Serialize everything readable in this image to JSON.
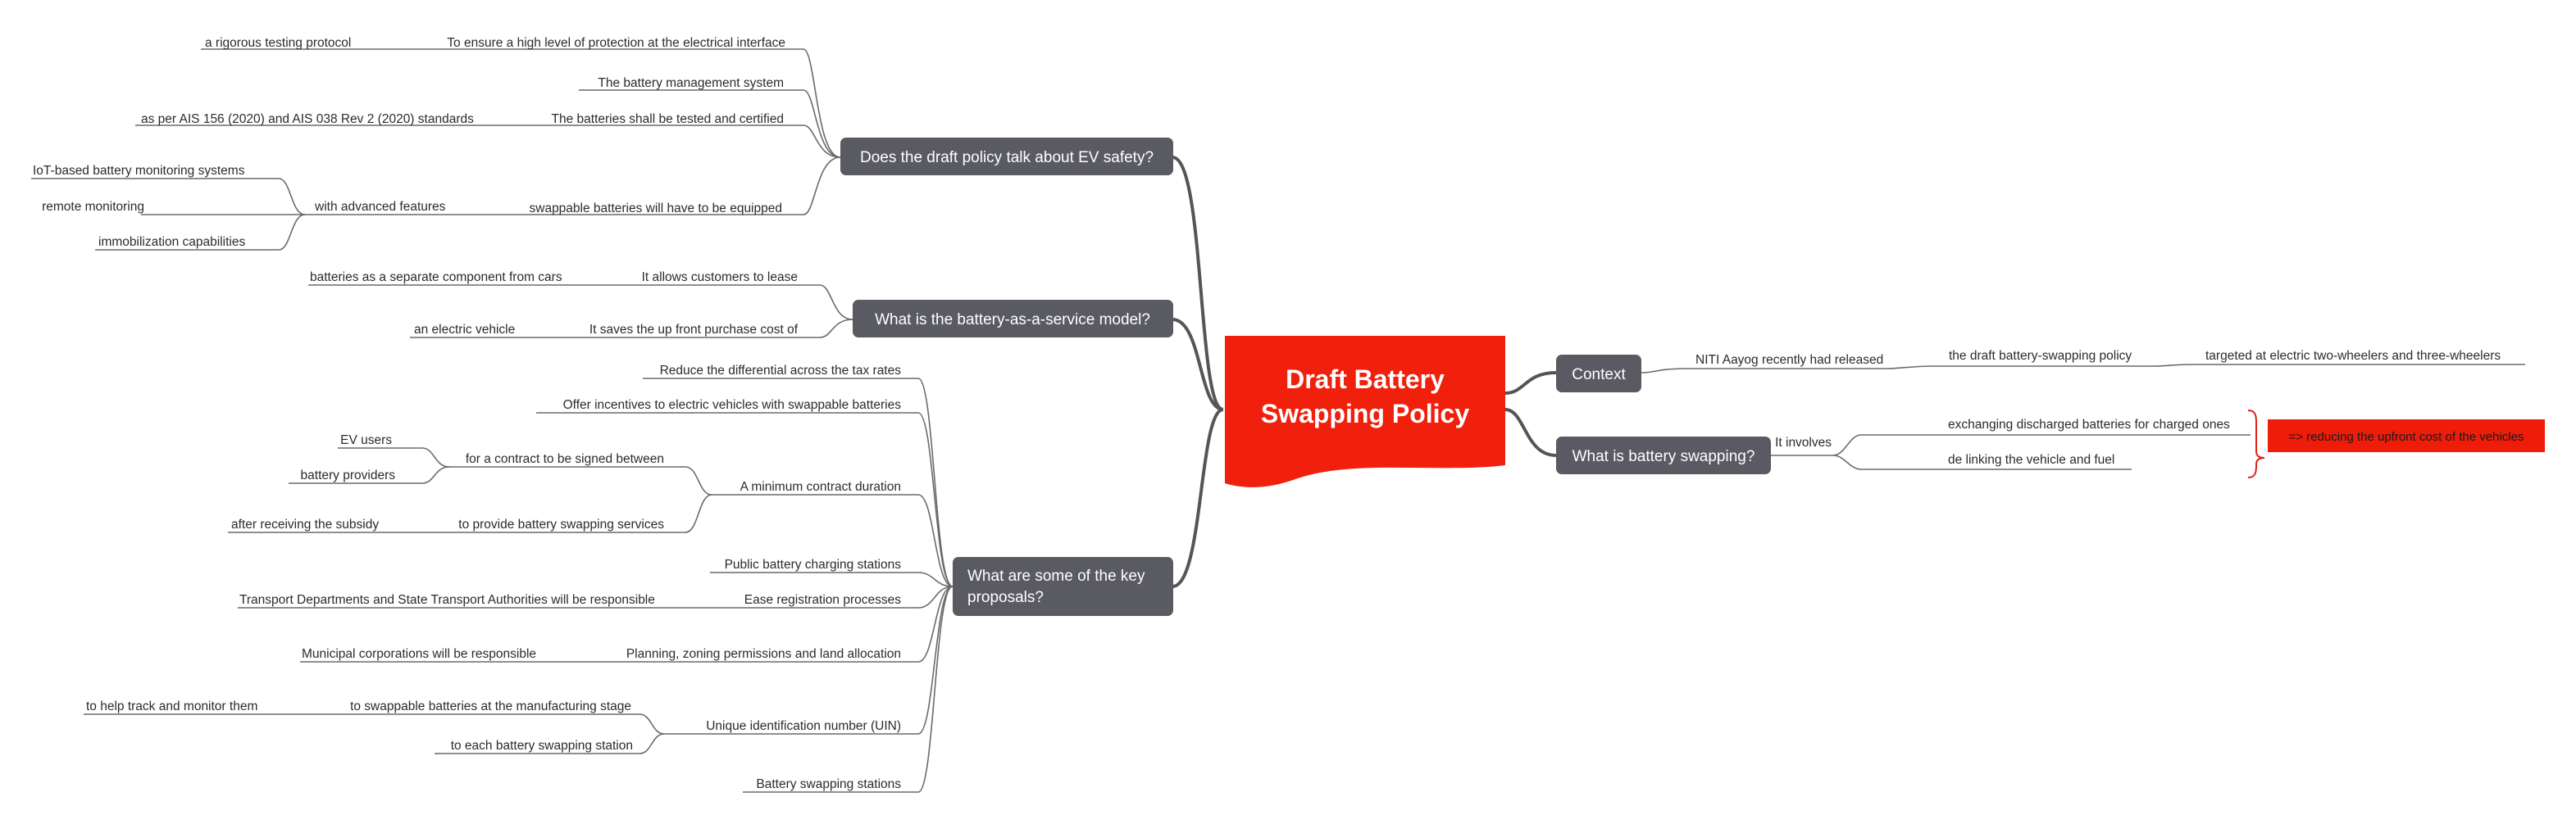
{
  "central": {
    "title_line1": "Draft Battery",
    "title_line2": "Swapping Policy"
  },
  "colors": {
    "central": "#f0200c",
    "branch_node": "#5a5a62",
    "line": "#555555",
    "highlight": "#ef1c0a",
    "bracket": "#e02010"
  },
  "right": {
    "context": {
      "label": "Context",
      "child": "NITI Aayog recently had released",
      "grandchild": "the draft battery-swapping policy",
      "leaf": "targeted at electric two-wheelers and three-wheelers"
    },
    "swapping": {
      "label": "What is battery swapping?",
      "child": "It involves",
      "items": [
        "exchanging discharged batteries for charged ones",
        "de linking the vehicle and fuel"
      ],
      "highlight": "=> reducing the upfront cost of the vehicles"
    }
  },
  "left": {
    "safety": {
      "label": "Does the draft policy talk about EV safety?",
      "protection": "To ensure a high level of protection at the electrical interface",
      "protocol": "a rigorous testing protocol",
      "bms": "The battery management system",
      "tested": "The batteries shall be tested and certified",
      "standards": "as per AIS 156 (2020) and AIS 038 Rev 2 (2020) standards",
      "equipped": "swappable batteries will have to be equipped",
      "advanced": "with advanced features",
      "features": [
        "IoT-based battery monitoring systems",
        "remote monitoring",
        "immobilization capabilities"
      ]
    },
    "baas": {
      "label": "What is the battery-as-a-service model?",
      "lease": "It allows customers to lease",
      "lease_leaf": "batteries as a separate component from cars",
      "saves": "It saves the up front purchase cost of",
      "saves_leaf": "an electric vehicle"
    },
    "proposals": {
      "label_line1": "What are some of the key",
      "label_line2": "proposals?",
      "tax": "Reduce the differential across the tax rates",
      "incentives": "Offer incentives to electric vehicles with swappable batteries",
      "contract": "A minimum contract duration",
      "signed": "for a contract to be signed between",
      "parties": [
        "EV users",
        "battery providers"
      ],
      "provide": "to provide battery swapping services",
      "subsidy": "after receiving the subsidy",
      "public": "Public battery charging stations",
      "registration": "Ease registration processes",
      "transport": "Transport Departments and State Transport Authorities will be responsible",
      "planning": "Planning, zoning permissions and land allocation",
      "municipal": "Municipal corporations will be responsible",
      "uin": "Unique identification number (UIN)",
      "manufacturing": "to swappable batteries at the manufacturing stage",
      "track": "to help track and monitor them",
      "station": "to each battery swapping station",
      "stations": "Battery swapping stations"
    }
  }
}
